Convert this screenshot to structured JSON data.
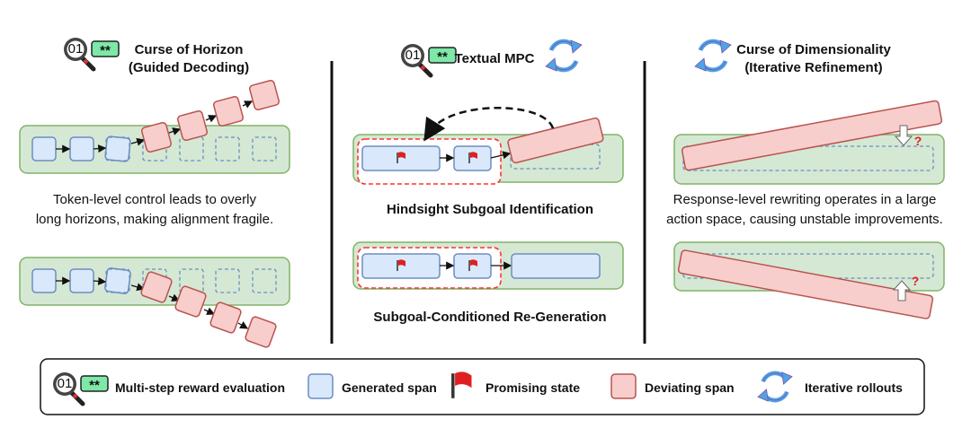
{
  "panels": {
    "horizon": {
      "title_line1": "Curse of Horizon",
      "title_line2": "(Guided Decoding)",
      "caption_line1": "Token-level control leads to overly",
      "caption_line2": "long horizons, making alignment fragile."
    },
    "mpc": {
      "title": "Textual MPC",
      "step1_label": "Hindsight Subgoal Identification",
      "step2_label": "Subgoal-Conditioned Re-Generation"
    },
    "dimensionality": {
      "title_line1": "Curse of Dimensionality",
      "title_line2": "(Iterative Refinement)",
      "caption_line1": "Response-level rewriting operates in a large",
      "caption_line2": "action space, causing unstable improvements.",
      "question_mark": "?"
    }
  },
  "reward_icon": {
    "text_left": "01",
    "text_right": "**"
  },
  "legend": [
    {
      "icon": "reward-magnifier-icon",
      "label": "Multi-step  reward evaluation"
    },
    {
      "icon": "generated-span-swatch",
      "label": "Generated span"
    },
    {
      "icon": "red-flag-icon",
      "label": "Promising state"
    },
    {
      "icon": "deviating-span-swatch",
      "label": "Deviating span"
    },
    {
      "icon": "cycle-arrows-icon",
      "label": "Iterative rollouts"
    }
  ],
  "colors": {
    "green_fill": "#d5e8d4",
    "green_stroke": "#82b366",
    "blue_fill": "#dae8fc",
    "blue_stroke": "#6c8ebf",
    "red_fill": "#f8cecc",
    "red_stroke": "#b85450",
    "flag": "#e02020",
    "cycle": "#4fa3e8"
  }
}
